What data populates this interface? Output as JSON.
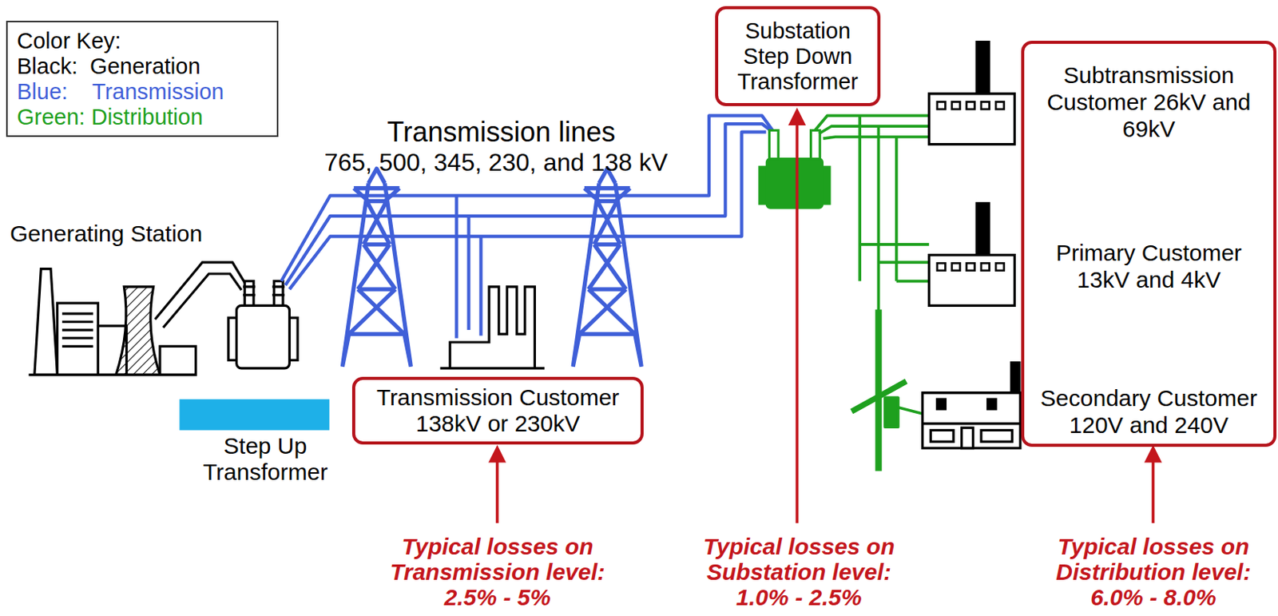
{
  "diagram": {
    "nodes": [
      {
        "text": [
          "Color Key:"
        ]
      },
      {
        "text": [
          "Substation Step Down Transformer"
        ]
      },
      {
        "text": [
          "Transmission Customer",
          "138kV or 230kV"
        ]
      },
      {
        "text": [
          "Subtransmission Customer 26kV and 69kV",
          "Primary Customer 13kV and 4kV",
          "Secondary Customer 120V and 240V"
        ]
      }
    ],
    "labels": [
      "Transmission lines",
      "765, 500, 345, 230, and 138 kV",
      "Generating Station",
      "Step Up Transformer",
      "Typical losses on Transmission level: 2.5% - 5%",
      "Typical losses on Substation level: 1.0% - 2.5%",
      "Typical losses on Distribution level: 6.0% - 8.0%"
    ],
    "legend": [
      {
        "text": "Black:  Generation",
        "color": "#000000"
      },
      {
        "text": "Blue:    Transmission",
        "color": "#3f5fd8"
      },
      {
        "text": "Green: Distribution",
        "color": "#1ea01e"
      }
    ]
  }
}
